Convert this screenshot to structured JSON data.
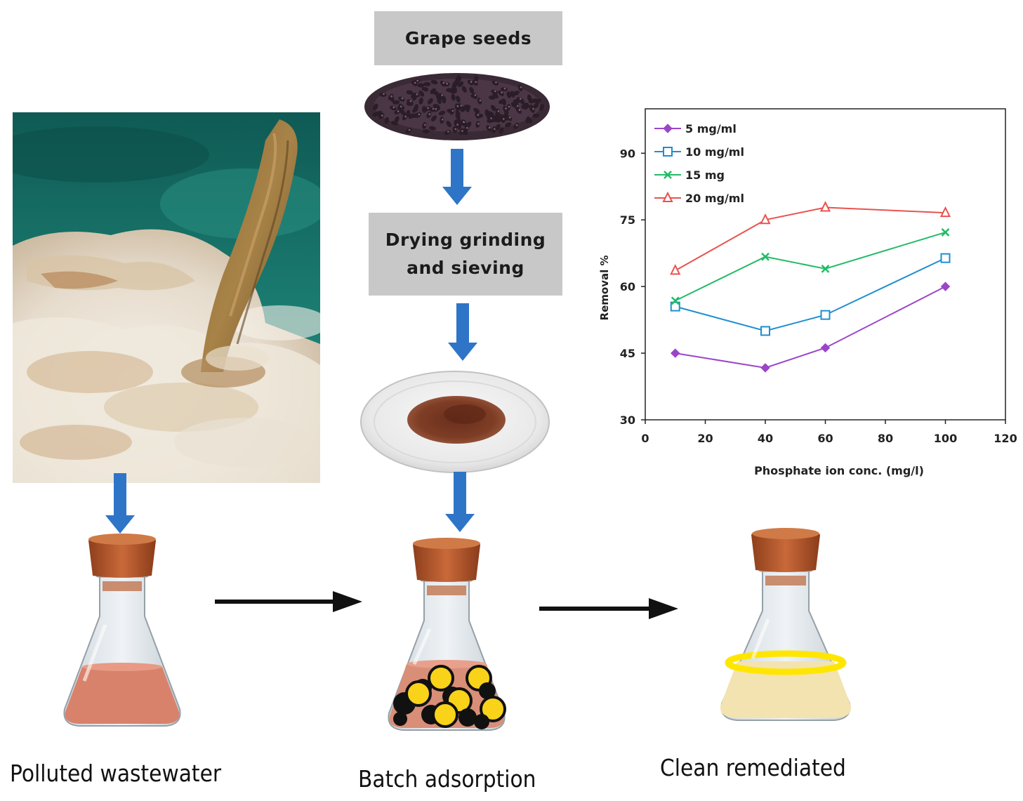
{
  "steps": {
    "grape_seeds": "Grape seeds",
    "drying_line1": "Drying grinding",
    "drying_line2": "and sieving"
  },
  "captions": {
    "polluted": "Polluted wastewater",
    "batch": "Batch adsorption",
    "clean": "Clean remediated"
  },
  "colors": {
    "step_box": "#c8c8c8",
    "down_arrow": "#2e75c8",
    "flask_cork": "#b85a2a",
    "polluted_liquid": "#d9826b",
    "clean_liquid": "#f3e3b0",
    "adsorbent_yellow": "#f9d21a"
  },
  "chart_data": {
    "type": "line",
    "xlabel": "Phosphate ion conc. (mg/l)",
    "ylabel": "Removal %",
    "xlim": [
      0,
      120
    ],
    "ylim": [
      30,
      100
    ],
    "xticks": [
      "0",
      "20",
      "40",
      "60",
      "80",
      "100",
      "120"
    ],
    "yticks": [
      "30",
      "45",
      "60",
      "75",
      "90"
    ],
    "x": [
      10,
      40,
      60,
      100
    ],
    "legend_position": "top-left",
    "grid": false,
    "series": [
      {
        "name": "5 mg/ml",
        "values": [
          45,
          41.7,
          46.2,
          60
        ],
        "color": "#9b45c9",
        "marker": "diamond"
      },
      {
        "name": "10 mg/ml",
        "values": [
          55.5,
          50,
          53.6,
          66.4
        ],
        "color": "#1e8fd0",
        "marker": "square"
      },
      {
        "name": "15 mg",
        "values": [
          56.8,
          66.7,
          64,
          72.2
        ],
        "color": "#22bb66",
        "marker": "x"
      },
      {
        "name": "20 mg/ml",
        "values": [
          63.6,
          75,
          77.8,
          76.6
        ],
        "color": "#e8534f",
        "marker": "triangle"
      }
    ]
  }
}
